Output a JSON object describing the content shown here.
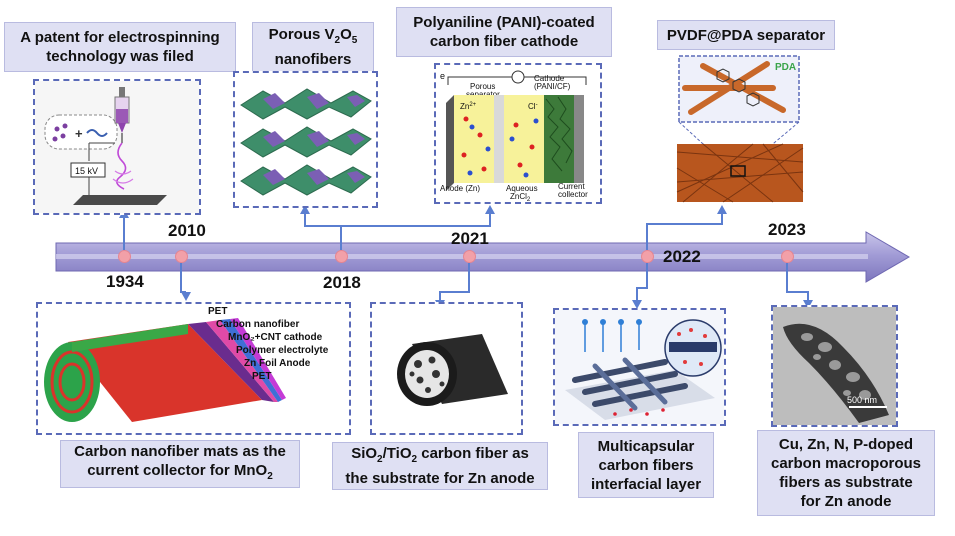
{
  "timeline": {
    "years": [
      "1934",
      "2010",
      "2018",
      "2021",
      "2022",
      "2023"
    ]
  },
  "top_labels": {
    "patent": [
      "A patent for electrospinning",
      "technology was filed"
    ],
    "v2o5_prefix": "Porous V",
    "v2o5_sub1": "2",
    "v2o5_mid": "O",
    "v2o5_sub2": "5",
    "v2o5_line2": "nanofibers",
    "pani": [
      "Polyaniline (PANI)-coated",
      "carbon fiber cathode"
    ],
    "pvdf": "PVDF@PDA separator"
  },
  "bottom_labels": {
    "cnf_line1": "Carbon nanofiber mats as the",
    "cnf_line2_prefix": "current collector for MnO",
    "cnf_line2_sub": "2",
    "sio2_l1a": "SiO",
    "sio2_sub1": "2",
    "sio2_l1b": "/TiO",
    "sio2_sub2": "2",
    "sio2_l1c": " carbon fiber as",
    "sio2_line2": "the substrate for Zn anode",
    "multi": [
      "Multicapsular",
      "carbon fibers",
      "interfacial layer"
    ],
    "cu": [
      "Cu, Zn, N, P-doped",
      "carbon macroporous",
      "fibers as substrate",
      "for Zn anode"
    ]
  },
  "figure_texts": {
    "electrospin_voltage": "15 kV",
    "battery": {
      "e": "e",
      "porous_separator": [
        "Porous",
        "separator"
      ],
      "cathode": [
        "Cathode",
        "(PANI/CF)"
      ],
      "zn_ion": "Zn",
      "zn_ion_sup": "2+",
      "cl_ion": "Cl",
      "cl_ion_sup": "-",
      "anode": "Anode (Zn)",
      "aqueous": [
        "Aqueous",
        "ZnCl"
      ],
      "aqueous_sub": "2",
      "collector": [
        "Current",
        "collector"
      ]
    },
    "pda": "PDA",
    "roll_layers": [
      "PET",
      "Carbon nanofiber",
      "MnO₂+CNT cathode",
      "Polymer electrolyte",
      "Zn Foil Anode",
      "PET"
    ],
    "scale_bar": "500 nm"
  },
  "colors": {
    "arrow_body": "#8a83c6",
    "arrow_stripe": "#b5b0de",
    "dot": "#f2a0a8",
    "label_bg": "#dfe0f3",
    "frame_border": "#5a6ab8",
    "connector": "#5a7ed0"
  }
}
